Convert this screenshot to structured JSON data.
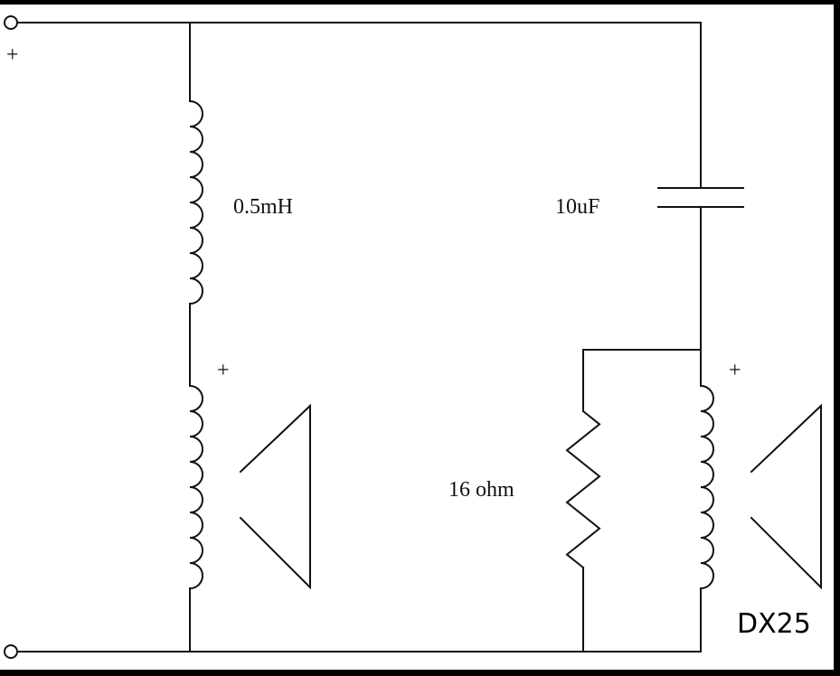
{
  "labels": {
    "inductor": "0.5mH",
    "capacitor": "10uF",
    "resistor": "16 ohm",
    "plus_input": "+",
    "plus_woofer": "+",
    "plus_tweeter": "+",
    "brand": "DX25"
  },
  "colors": {
    "background": "#ffffff",
    "frame": "#000000",
    "line": "#111111"
  }
}
